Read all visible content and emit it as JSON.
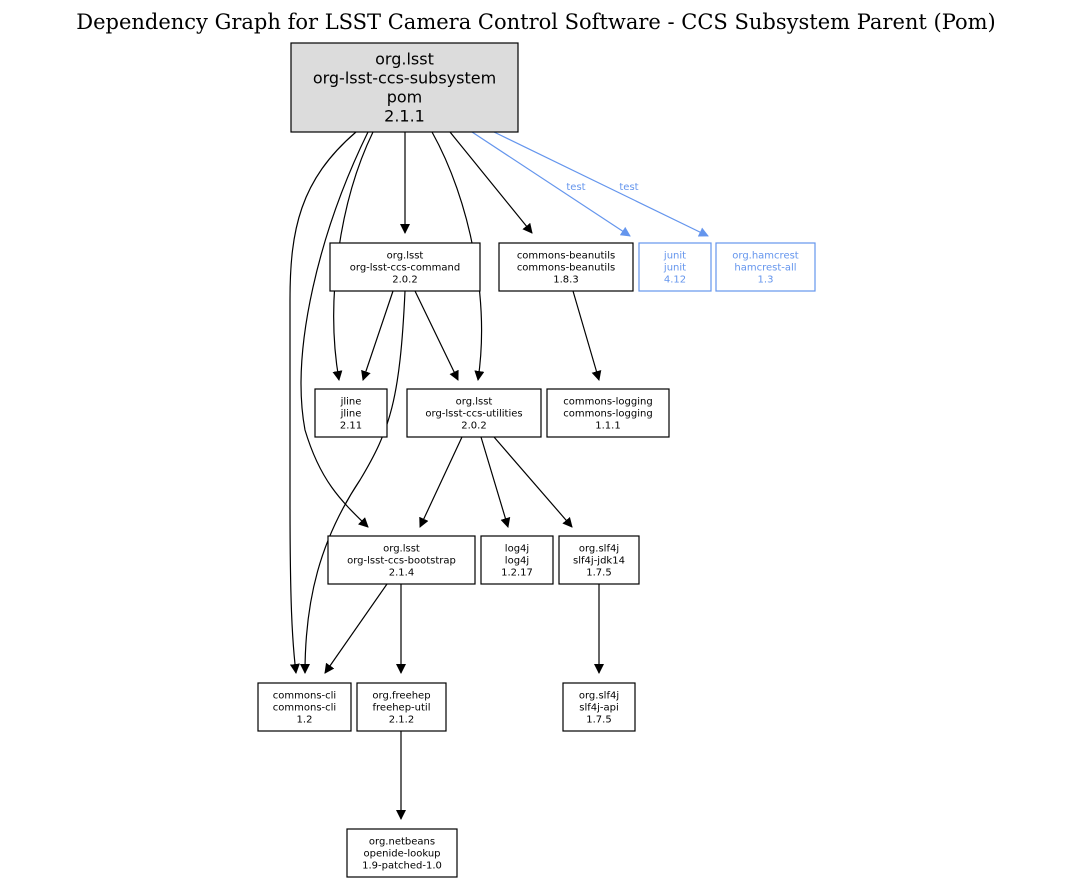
{
  "title": "Dependency Graph for LSST Camera Control Software - CCS Subsystem Parent (Pom)",
  "colors": {
    "test": "#6495ed",
    "root_fill": "#dcdcdc",
    "default": "#000000"
  },
  "nodes": {
    "root": {
      "lines": [
        "org.lsst",
        "org-lsst-ccs-subsystem",
        "pom",
        "2.1.1"
      ],
      "scope": "root"
    },
    "command": {
      "lines": [
        "org.lsst",
        "org-lsst-ccs-command",
        "2.0.2"
      ],
      "scope": "compile"
    },
    "beanutils": {
      "lines": [
        "commons-beanutils",
        "commons-beanutils",
        "1.8.3"
      ],
      "scope": "compile"
    },
    "junit": {
      "lines": [
        "junit",
        "junit",
        "4.12"
      ],
      "scope": "test"
    },
    "hamcrest": {
      "lines": [
        "org.hamcrest",
        "hamcrest-all",
        "1.3"
      ],
      "scope": "test"
    },
    "jline": {
      "lines": [
        "jline",
        "jline",
        "2.11"
      ],
      "scope": "compile"
    },
    "utilities": {
      "lines": [
        "org.lsst",
        "org-lsst-ccs-utilities",
        "2.0.2"
      ],
      "scope": "compile"
    },
    "logging": {
      "lines": [
        "commons-logging",
        "commons-logging",
        "1.1.1"
      ],
      "scope": "compile"
    },
    "bootstrap": {
      "lines": [
        "org.lsst",
        "org-lsst-ccs-bootstrap",
        "2.1.4"
      ],
      "scope": "compile"
    },
    "log4j": {
      "lines": [
        "log4j",
        "log4j",
        "1.2.17"
      ],
      "scope": "compile"
    },
    "jdk14": {
      "lines": [
        "org.slf4j",
        "slf4j-jdk14",
        "1.7.5"
      ],
      "scope": "compile"
    },
    "cli": {
      "lines": [
        "commons-cli",
        "commons-cli",
        "1.2"
      ],
      "scope": "compile"
    },
    "freehep": {
      "lines": [
        "org.freehep",
        "freehep-util",
        "2.1.2"
      ],
      "scope": "compile"
    },
    "slf4japi": {
      "lines": [
        "org.slf4j",
        "slf4j-api",
        "1.7.5"
      ],
      "scope": "compile"
    },
    "openide": {
      "lines": [
        "org.netbeans",
        "openide-lookup",
        "1.9-patched-1.0"
      ],
      "scope": "compile"
    }
  },
  "edges": [
    {
      "from": "root",
      "to": "command",
      "label": ""
    },
    {
      "from": "root",
      "to": "beanutils",
      "label": ""
    },
    {
      "from": "root",
      "to": "junit",
      "label": "test"
    },
    {
      "from": "root",
      "to": "hamcrest",
      "label": "test"
    },
    {
      "from": "root",
      "to": "jline",
      "label": ""
    },
    {
      "from": "root",
      "to": "utilities",
      "label": ""
    },
    {
      "from": "root",
      "to": "bootstrap",
      "label": ""
    },
    {
      "from": "root",
      "to": "cli",
      "label": ""
    },
    {
      "from": "command",
      "to": "jline",
      "label": ""
    },
    {
      "from": "command",
      "to": "utilities",
      "label": ""
    },
    {
      "from": "command",
      "to": "cli",
      "label": ""
    },
    {
      "from": "beanutils",
      "to": "logging",
      "label": ""
    },
    {
      "from": "utilities",
      "to": "bootstrap",
      "label": ""
    },
    {
      "from": "utilities",
      "to": "log4j",
      "label": ""
    },
    {
      "from": "utilities",
      "to": "jdk14",
      "label": ""
    },
    {
      "from": "bootstrap",
      "to": "cli",
      "label": ""
    },
    {
      "from": "bootstrap",
      "to": "freehep",
      "label": ""
    },
    {
      "from": "jdk14",
      "to": "slf4japi",
      "label": ""
    },
    {
      "from": "freehep",
      "to": "openide",
      "label": ""
    }
  ]
}
